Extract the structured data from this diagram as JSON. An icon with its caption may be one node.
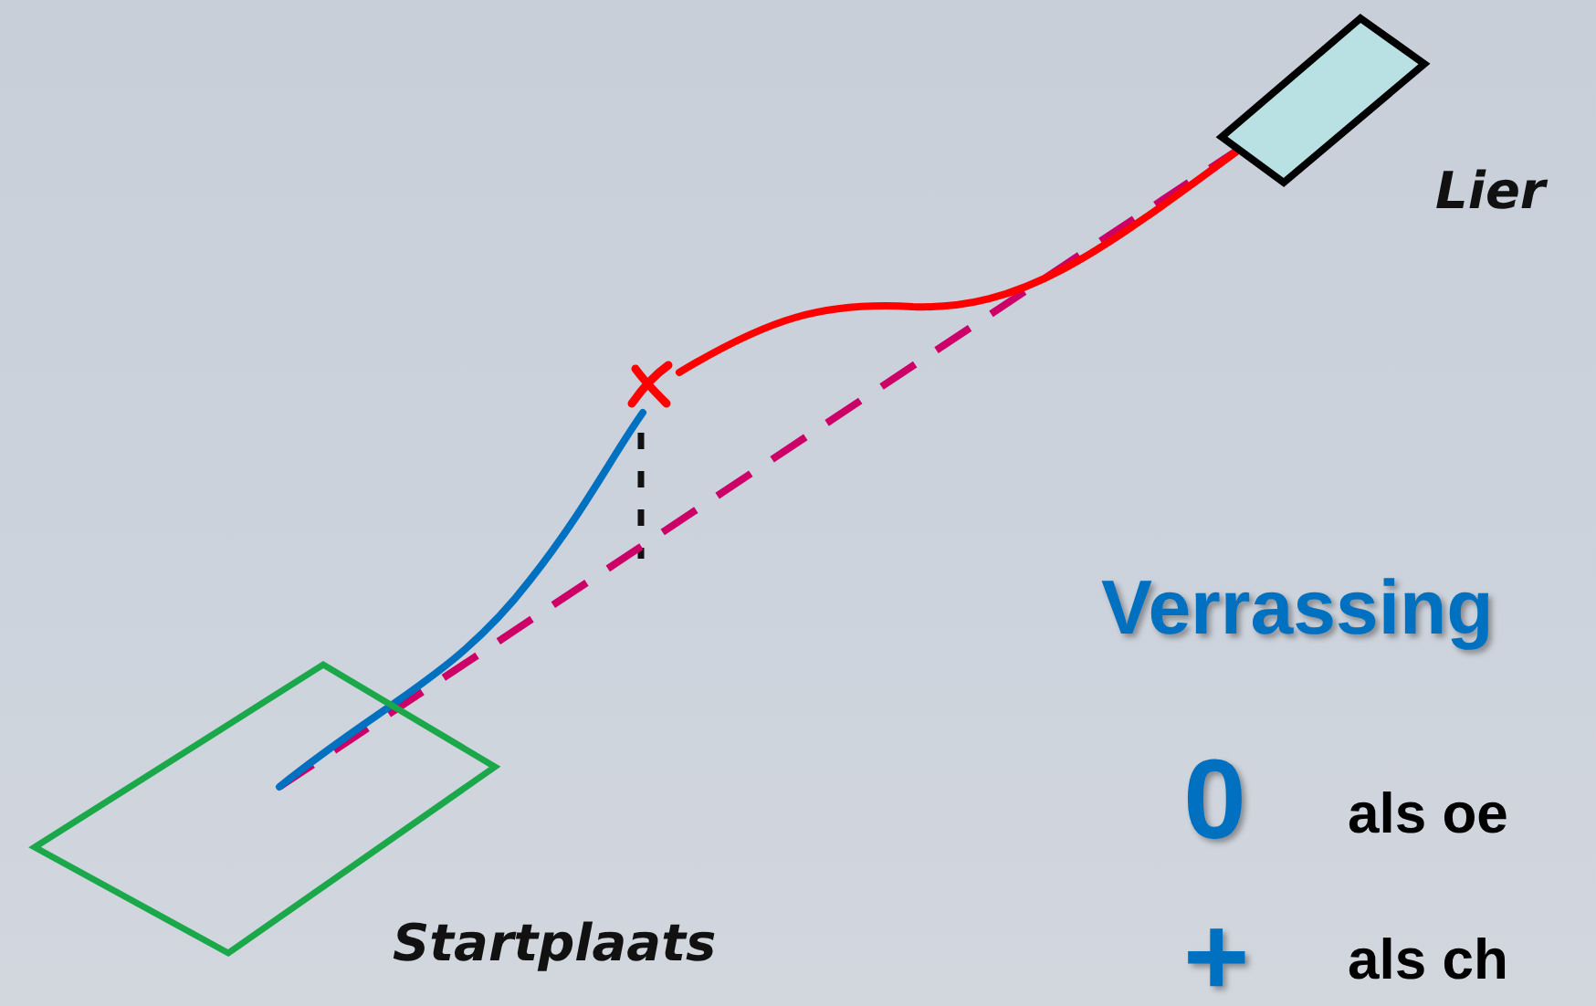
{
  "diagram": {
    "nodes": [
      {
        "text": [
          "Startplaats"
        ]
      },
      {
        "text": [
          "Lier"
        ]
      },
      {
        "text": [],
        "shape": "cross"
      }
    ],
    "edges": [
      {
        "from": 0,
        "to": 1,
        "arrow": "none",
        "style": "dashed",
        "color": "#cc0066"
      },
      {
        "from": 0,
        "to": 2,
        "arrow": "none",
        "color": "#0070c0"
      },
      {
        "from": 2,
        "to": 1,
        "arrow": "none",
        "color": "#ff0000"
      }
    ],
    "labels": [
      "Verrassing",
      "0",
      "als oe",
      "+",
      "als ch"
    ]
  }
}
